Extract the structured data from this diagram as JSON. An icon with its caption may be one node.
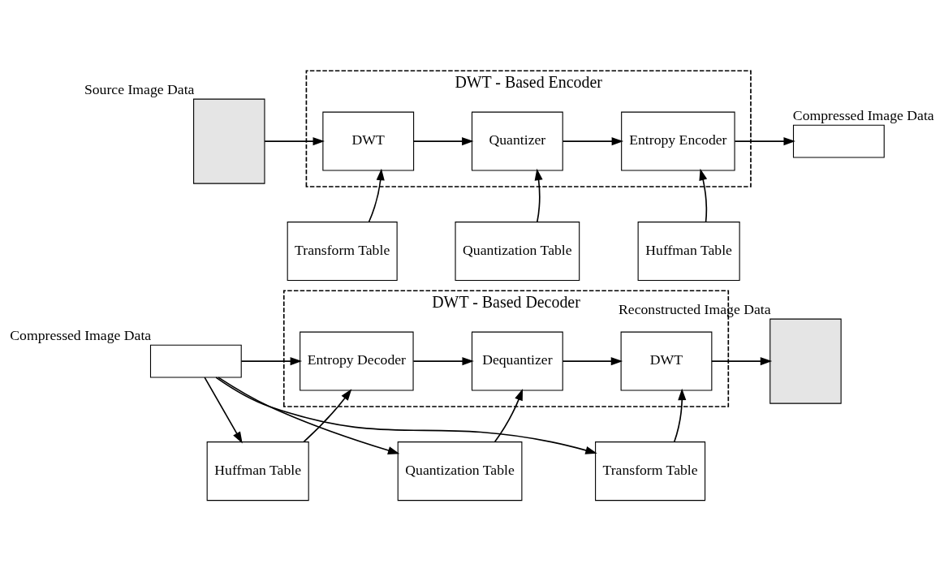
{
  "diagram": {
    "nodes": [
      {
        "text": [],
        "shape": "box",
        "beside": [
          "Source Image Data"
        ]
      },
      {
        "text": [
          "DWT - Based Encoder"
        ]
      },
      {
        "text": [
          "DWT"
        ],
        "in": 1
      },
      {
        "text": [
          "Quantizer"
        ],
        "in": 1
      },
      {
        "text": [
          "Entropy Encoder"
        ],
        "in": 1
      },
      {
        "text": [],
        "shape": "box",
        "beside": [
          "Compressed Image Data"
        ]
      },
      {
        "text": [
          "Transform Table"
        ]
      },
      {
        "text": [
          "Quantization Table"
        ]
      },
      {
        "text": [
          "Huffman Table"
        ]
      },
      {
        "text": [],
        "shape": "box",
        "beside": [
          "Compressed Image Data"
        ]
      },
      {
        "text": [
          "DWT - Based Decoder"
        ]
      },
      {
        "text": [
          "Entropy Decoder"
        ],
        "in": 10
      },
      {
        "text": [
          "Dequantizer"
        ],
        "in": 10
      },
      {
        "text": [
          "DWT"
        ],
        "in": 10
      },
      {
        "text": [],
        "shape": "box",
        "beside": [
          "Reconstructed Image Data"
        ]
      },
      {
        "text": [
          "Huffman Table"
        ]
      },
      {
        "text": [
          "Quantization Table"
        ]
      },
      {
        "text": [
          "Transform Table"
        ]
      }
    ],
    "edges": [
      {
        "from": 0,
        "to": 2,
        "arrow": "to"
      },
      {
        "from": 2,
        "to": 3,
        "arrow": "to"
      },
      {
        "from": 3,
        "to": 4,
        "arrow": "to"
      },
      {
        "from": 4,
        "to": 5,
        "arrow": "to"
      },
      {
        "from": 6,
        "to": 2,
        "arrow": "to"
      },
      {
        "from": 7,
        "to": 3,
        "arrow": "to"
      },
      {
        "from": 8,
        "to": 4,
        "arrow": "to"
      },
      {
        "from": 9,
        "to": 11,
        "arrow": "to"
      },
      {
        "from": 11,
        "to": 12,
        "arrow": "to"
      },
      {
        "from": 12,
        "to": 13,
        "arrow": "to"
      },
      {
        "from": 13,
        "to": 14,
        "arrow": "to"
      },
      {
        "from": 9,
        "to": 15,
        "arrow": "to"
      },
      {
        "from": 9,
        "to": 16,
        "arrow": "to"
      },
      {
        "from": 9,
        "to": 17,
        "arrow": "to"
      },
      {
        "from": 15,
        "to": 11,
        "arrow": "to"
      },
      {
        "from": 16,
        "to": 12,
        "arrow": "to"
      },
      {
        "from": 17,
        "to": 13,
        "arrow": "to"
      }
    ]
  }
}
